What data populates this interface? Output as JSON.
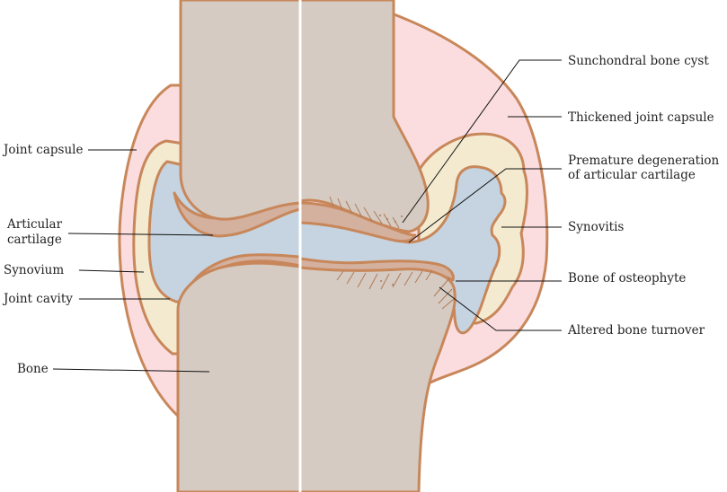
{
  "colors": {
    "capsule": "#fbdde0",
    "synovium": "#f3ead0",
    "cavity": "#c5d4e0",
    "cartilage": "#d4b09e",
    "bone": "#d5cbc2",
    "outline": "#c8875a",
    "leader": "#111111",
    "text": "#222222"
  },
  "labels": {
    "left": {
      "joint_capsule": "Joint capsule",
      "articular_cartilage_1": "Articular",
      "articular_cartilage_2": "cartilage",
      "synovium": "Synovium",
      "joint_cavity": "Joint cavity",
      "bone": "Bone"
    },
    "right": {
      "subchondral_cyst": "Sunchondral bone cyst",
      "thickened_capsule": "Thickened joint capsule",
      "premature_degeneration_1": "Premature degeneration",
      "premature_degeneration_2": "of articular cartilage",
      "synovitis": "Synovitis",
      "osteophyte": "Bone of osteophyte",
      "altered_turnover": "Altered bone turnover"
    }
  }
}
